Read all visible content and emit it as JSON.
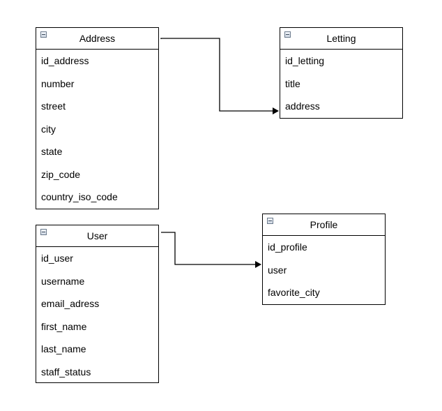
{
  "entities": {
    "address": {
      "title": "Address",
      "fields": [
        "id_address",
        "number",
        "street",
        "city",
        "state",
        "zip_code",
        "country_iso_code"
      ]
    },
    "letting": {
      "title": "Letting",
      "fields": [
        "id_letting",
        "title",
        "address"
      ]
    },
    "user": {
      "title": "User",
      "fields": [
        "id_user",
        "username",
        "email_adress",
        "first_name",
        "last_name",
        "staff_status"
      ]
    },
    "profile": {
      "title": "Profile",
      "fields": [
        "id_profile",
        "user",
        "favorite_city"
      ]
    }
  },
  "colors": {
    "line": "#000000",
    "background": "#ffffff"
  }
}
